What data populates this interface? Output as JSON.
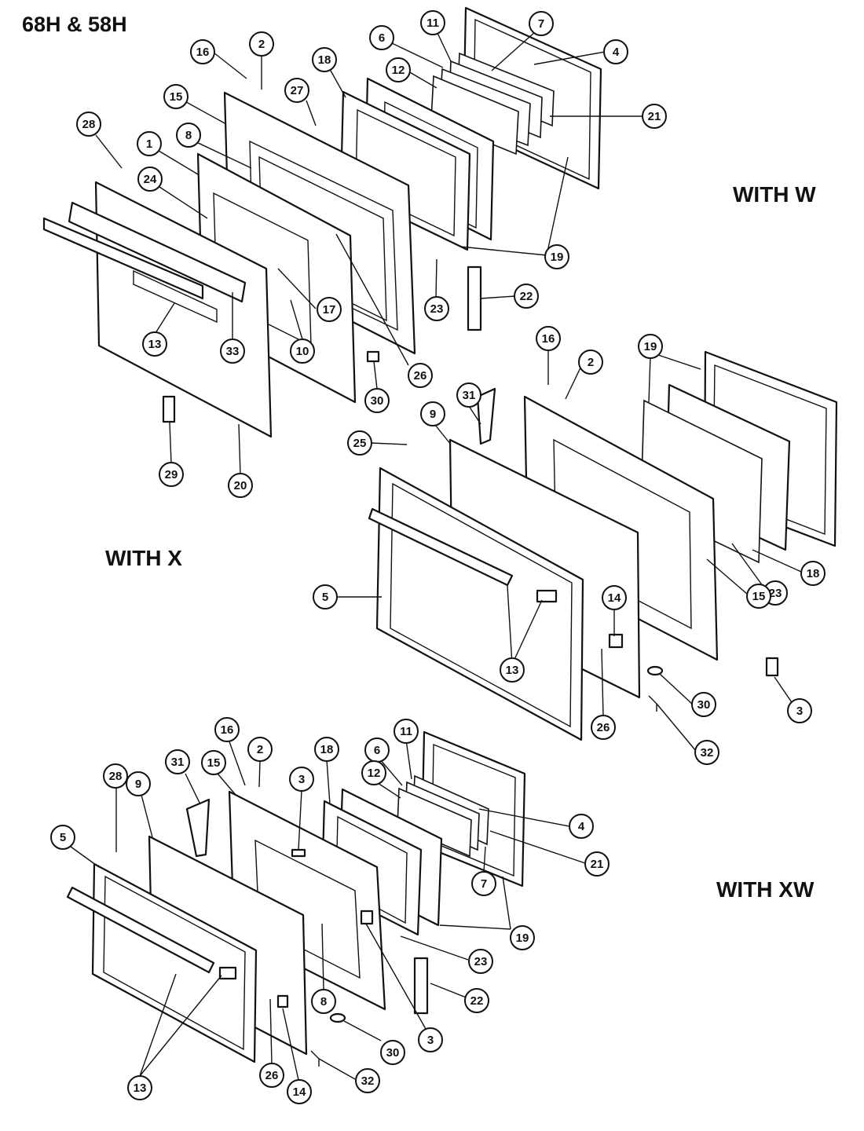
{
  "diagram": {
    "title": "68H & 58H",
    "section_labels": [
      "WITH W",
      "WITH X",
      "WITH XW"
    ]
  },
  "callouts": {
    "with_w": [
      "16",
      "2",
      "27",
      "18",
      "6",
      "11",
      "7",
      "4",
      "12",
      "15",
      "21",
      "28",
      "1",
      "8",
      "24",
      "19",
      "17",
      "23",
      "22",
      "13",
      "33",
      "10",
      "26",
      "30",
      "29",
      "20"
    ],
    "with_x": [
      "16",
      "2",
      "19",
      "31",
      "9",
      "25",
      "18",
      "5",
      "14",
      "23",
      "13",
      "15",
      "30",
      "26",
      "3",
      "32"
    ],
    "with_xw": [
      "16",
      "2",
      "18",
      "11",
      "31",
      "15",
      "3",
      "6",
      "28",
      "9",
      "12",
      "4",
      "5",
      "21",
      "7",
      "19",
      "23",
      "8",
      "22",
      "3",
      "30",
      "13",
      "26",
      "14",
      "32"
    ]
  }
}
